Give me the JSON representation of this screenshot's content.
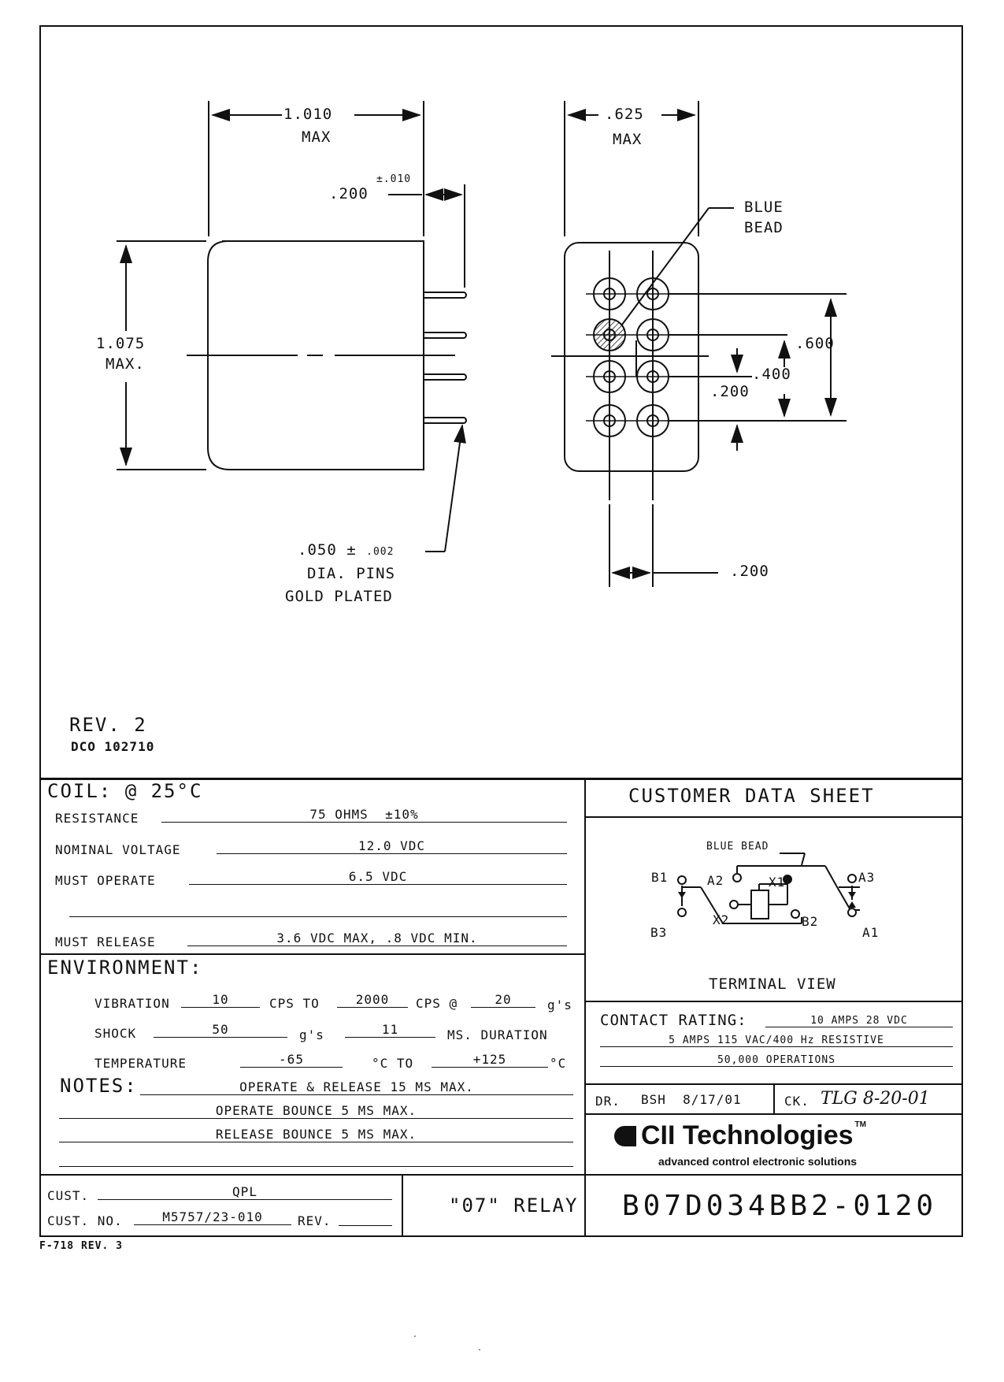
{
  "drawing": {
    "dim_width": "1.010",
    "dim_width_note": "MAX",
    "dim_pin_len": ".200",
    "dim_pin_len_tol": "±.010",
    "dim_height": "1.075",
    "dim_height_note": "MAX.",
    "dim_end_width": ".625",
    "dim_end_width_note": "MAX",
    "blue_bead_1": "BLUE",
    "blue_bead_2": "BEAD",
    "dim_600": ".600",
    "dim_400": ".400",
    "dim_200_v": ".200",
    "dim_200_h": ".200",
    "pin_dia": ".050",
    "pin_dia_tol_sign": "±",
    "pin_dia_tol": ".002",
    "pin_note_1": "DIA. PINS",
    "pin_note_2": "GOLD PLATED",
    "rev": "REV. 2",
    "dco": "DCO 102710"
  },
  "coil": {
    "heading": "COIL: @ 25°C",
    "resistance_label": "RESISTANCE",
    "resistance_value": "75 OHMS  ±10%",
    "nominal_label": "NOMINAL VOLTAGE",
    "nominal_value": "12.0 VDC",
    "operate_label": "MUST OPERATE",
    "operate_value": "6.5 VDC",
    "release_label": "MUST RELEASE",
    "release_value": "3.6 VDC MAX, .8 VDC MIN."
  },
  "environment": {
    "heading": "ENVIRONMENT:",
    "vibration_label": "VIBRATION",
    "vibration_from": "10",
    "cps_to": "CPS TO",
    "vibration_to": "2000",
    "cps_at": "CPS @",
    "vibration_g": "20",
    "g_s": "g's",
    "shock_label": "SHOCK",
    "shock_g": "50",
    "shock_gs": "g's",
    "shock_ms": "11",
    "ms_duration": "MS. DURATION",
    "temp_label": "TEMPERATURE",
    "temp_low": "-65",
    "deg_to": "°C TO",
    "temp_high": "+125",
    "deg_c": "°C"
  },
  "notes": {
    "heading": "NOTES:",
    "line1": "OPERATE & RELEASE 15 MS MAX.",
    "line2": "OPERATE BOUNCE 5 MS MAX.",
    "line3": "RELEASE BOUNCE 5 MS MAX."
  },
  "sheet": {
    "title": "CUSTOMER DATA SHEET",
    "blue_bead": "BLUE BEAD",
    "terminal_view": "TERMINAL VIEW",
    "t_b1": "B1",
    "t_a2": "A2",
    "t_x1": "X1",
    "t_a3": "A3",
    "t_b3": "B3",
    "t_x2": "X2",
    "t_b2": "B2",
    "t_a1": "A1",
    "contact_label": "CONTACT RATING:",
    "contact_1": "10 AMPS 28 VDC",
    "contact_2": "5 AMPS 115 VAC/400 Hz RESISTIVE",
    "contact_3": "50,000 OPERATIONS",
    "dr_label": "DR.",
    "dr_value": "BSH  8/17/01",
    "ck_label": "CK.",
    "ck_value": "TLG 8-20-01",
    "company": "CII Technologies",
    "tagline": "advanced control electronic solutions",
    "part_number": "B07D034BB2-0120"
  },
  "footer": {
    "cust_label": "CUST.",
    "cust_value": "QPL",
    "cust_no_label": "CUST. NO.",
    "cust_no_value": "M5757/23-010",
    "rev_label": "REV.",
    "rev_value": "",
    "product": "\"07\" RELAY",
    "form": "F-718  REV. 3"
  }
}
